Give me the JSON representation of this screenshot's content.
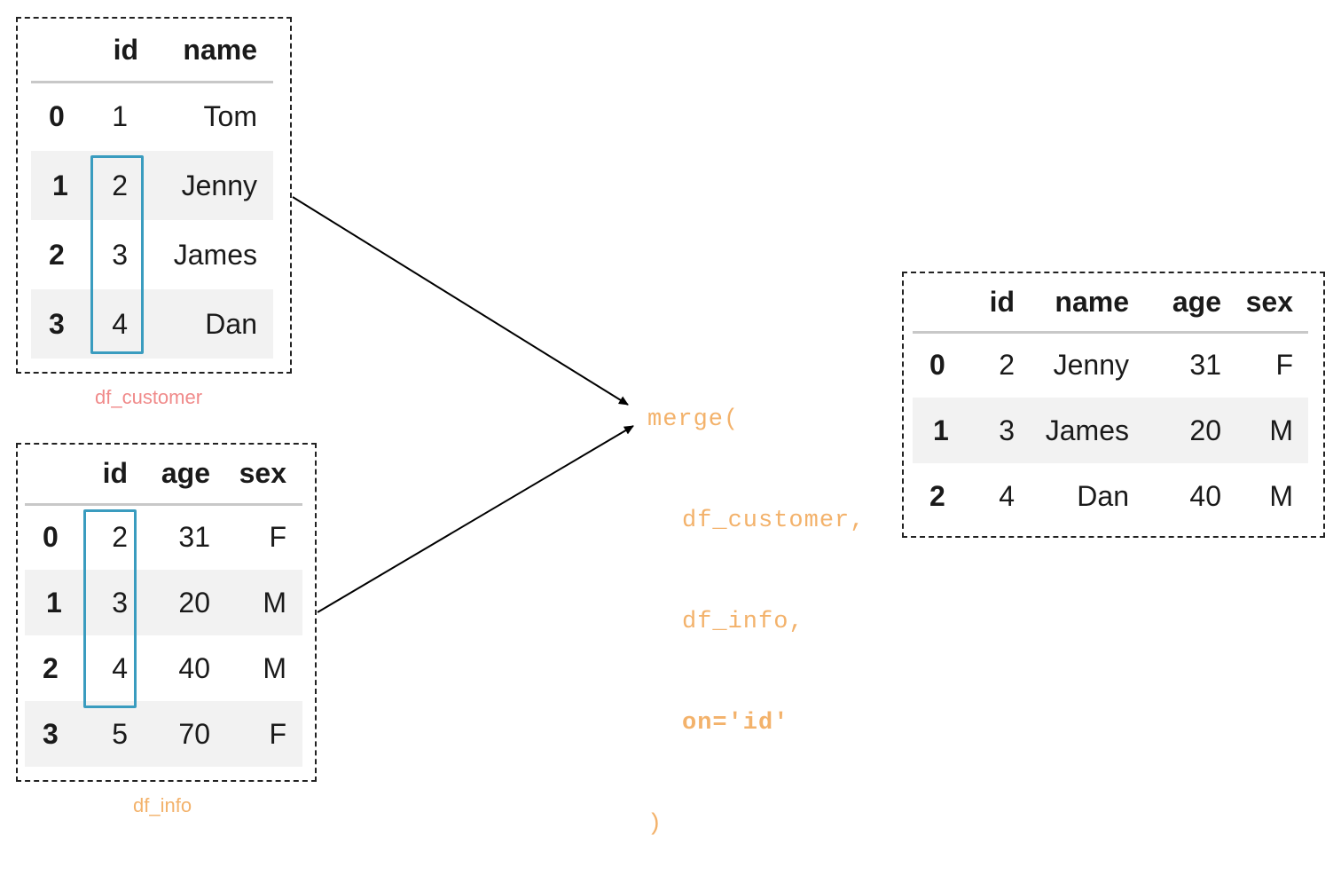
{
  "colors": {
    "caption_customer": "#f08a8a",
    "caption_info": "#f3b26b",
    "code": "#f3b26b",
    "key_highlight": "#3a9cbf",
    "row_shade": "#f2f2f2"
  },
  "df_customer": {
    "caption": "df_customer",
    "columns": [
      "",
      "id",
      "name"
    ],
    "rows": [
      {
        "index": "0",
        "id": "1",
        "name": "Tom"
      },
      {
        "index": "1",
        "id": "2",
        "name": "Jenny"
      },
      {
        "index": "2",
        "id": "3",
        "name": "James"
      },
      {
        "index": "3",
        "id": "4",
        "name": "Dan"
      }
    ]
  },
  "df_info": {
    "caption": "df_info",
    "columns": [
      "",
      "id",
      "age",
      "sex"
    ],
    "rows": [
      {
        "index": "0",
        "id": "2",
        "age": "31",
        "sex": "F"
      },
      {
        "index": "1",
        "id": "3",
        "age": "20",
        "sex": "M"
      },
      {
        "index": "2",
        "id": "4",
        "age": "40",
        "sex": "M"
      },
      {
        "index": "3",
        "id": "5",
        "age": "70",
        "sex": "F"
      }
    ]
  },
  "code": {
    "line1": "merge(",
    "line2": "df_customer,",
    "line3": "df_info,",
    "line4": "on='id'",
    "line5": ")"
  },
  "result": {
    "columns": [
      "",
      "id",
      "name",
      "age",
      "sex"
    ],
    "rows": [
      {
        "index": "0",
        "id": "2",
        "name": "Jenny",
        "age": "31",
        "sex": "F"
      },
      {
        "index": "1",
        "id": "3",
        "name": "James",
        "age": "20",
        "sex": "M"
      },
      {
        "index": "2",
        "id": "4",
        "name": "Dan",
        "age": "40",
        "sex": "M"
      }
    ]
  }
}
